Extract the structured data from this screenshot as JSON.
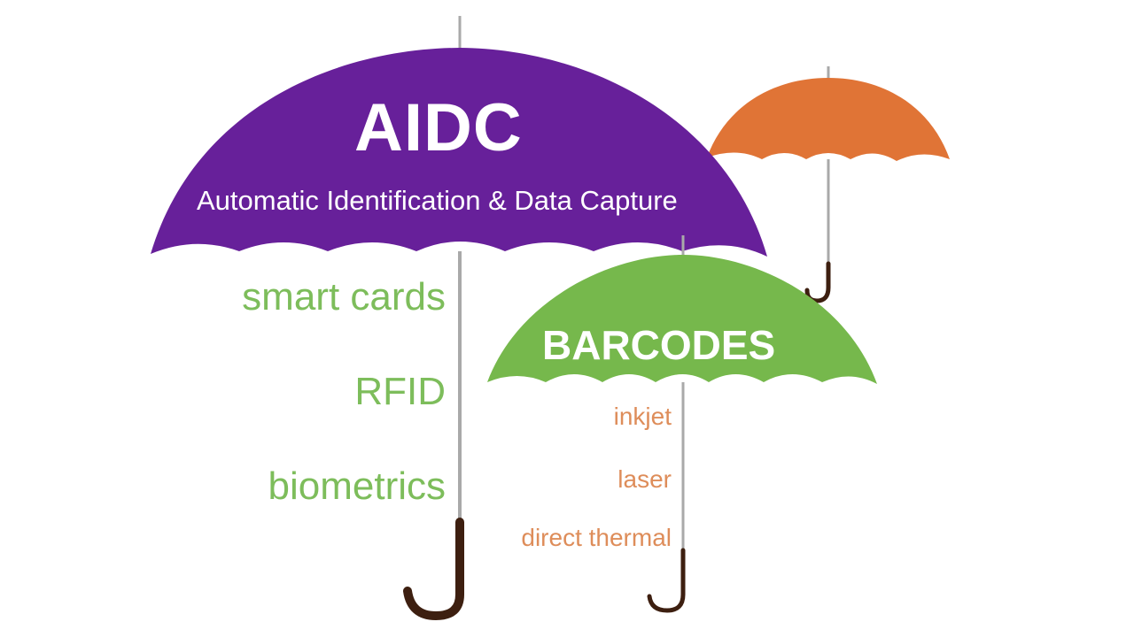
{
  "colors": {
    "purple": "#67209a",
    "orange": "#e07436",
    "green": "#76b84c",
    "green_text": "#7dbd5b",
    "orange_text": "#de8d5a",
    "shaft": "#a9a9a9",
    "handle": "#3d1f10"
  },
  "umbrellas": {
    "main": {
      "title": "AIDC",
      "subtitle": "Automatic Identification & Data Capture",
      "items": [
        "smart cards",
        "RFID",
        "biometrics"
      ]
    },
    "middle": {
      "title": "BARCODES",
      "items": [
        "inkjet",
        "laser",
        "direct thermal"
      ]
    },
    "small": {}
  }
}
